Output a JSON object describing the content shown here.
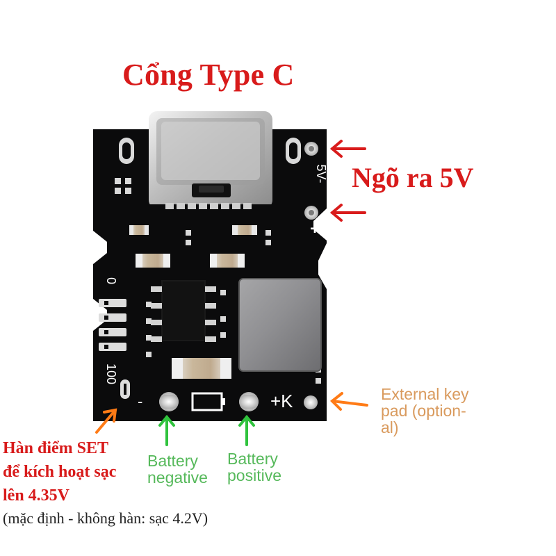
{
  "labels": {
    "type_c": "Cổng Type C",
    "output_5v": "Ngõ ra 5V",
    "set_line_1": "Hàn điểm SET",
    "set_line_2": "để kích hoạt sạc",
    "set_line_3": "lên 4.35V",
    "default_charge": "(mặc định - không hàn: sạc 4.2V)",
    "battery_negative_line_1": "Battery",
    "battery_negative_line_2": "negative",
    "battery_positive_line_1": "Battery",
    "battery_positive_line_2": "positive",
    "external_key_line_1": "External key",
    "external_key_line_2": "pad (option-",
    "external_key_line_3": "al)"
  },
  "board_marks": {
    "minus": "-",
    "plus_k": "+K",
    "output_marks": "5V-",
    "output_plus": "+",
    "indicator_0": "0",
    "indicator_100": "100"
  },
  "colors": {
    "pcb": "#0b0b0c",
    "red_text": "#d81b1b",
    "green_text": "#56b95b",
    "orange_text": "#d99a5d",
    "copper": "#c7b79a",
    "silver": "#d8d8d8",
    "inductor": "#8d8d90",
    "white": "#ffffff"
  }
}
